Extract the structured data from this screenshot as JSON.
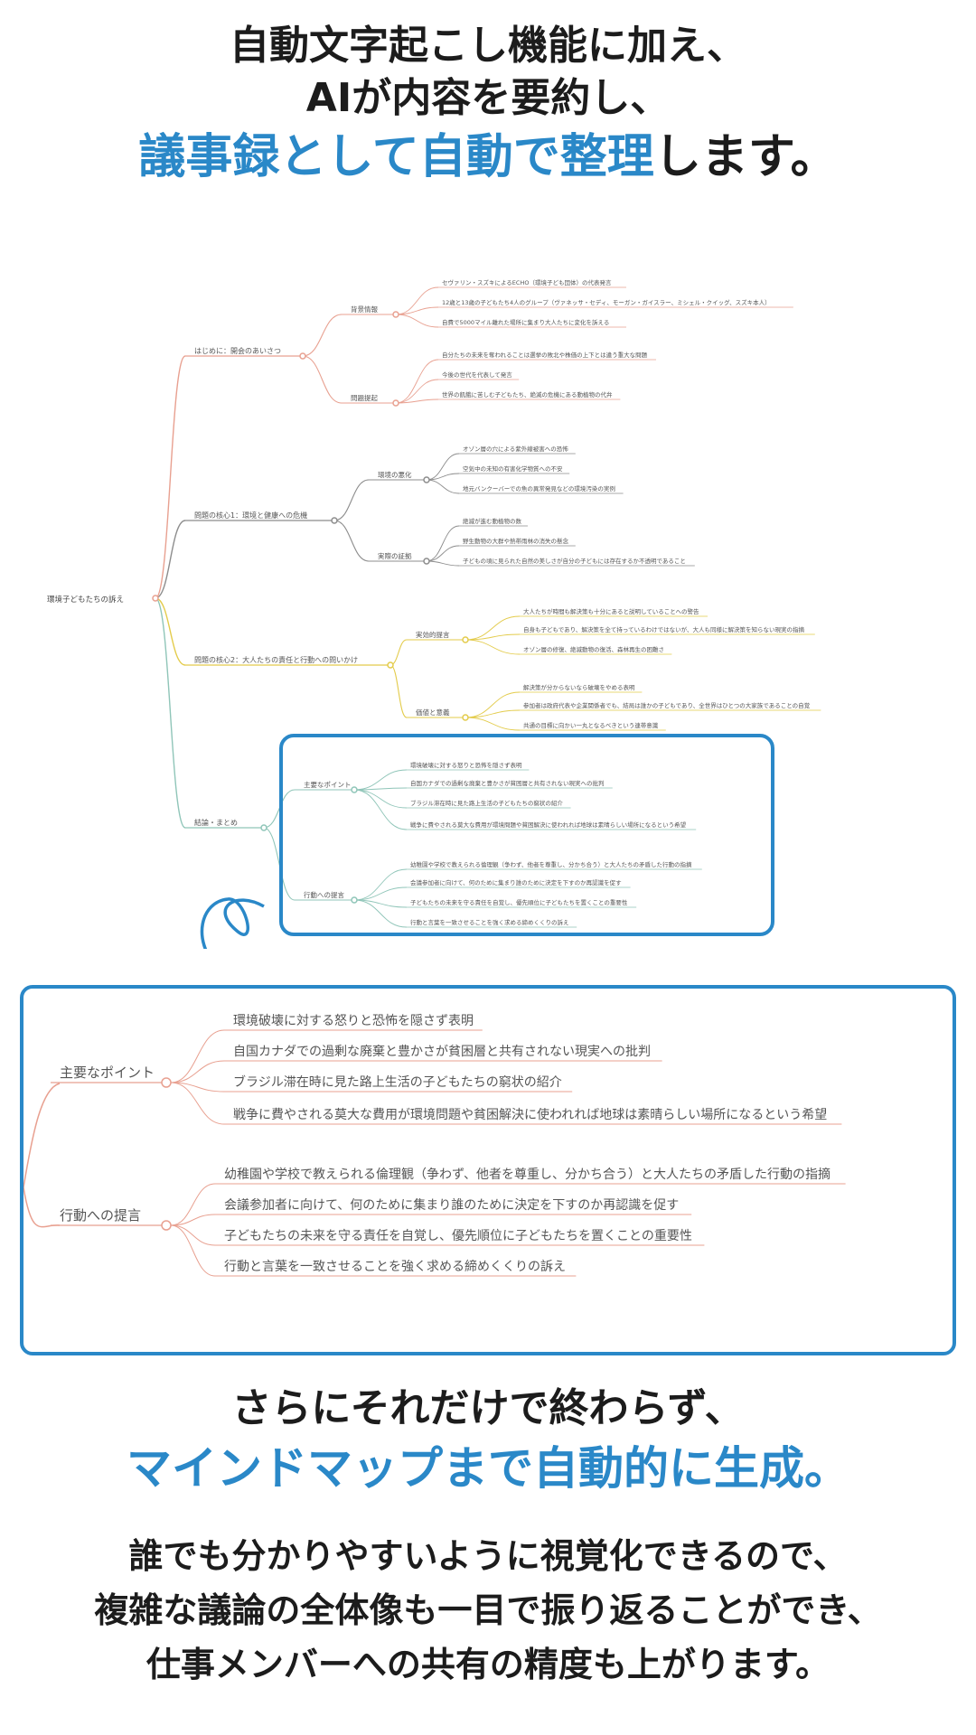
{
  "headline_top": {
    "line1": "自動文字起こし機能に加え、",
    "line2": "AIが内容を要約し、",
    "line3_blue": "議事録として自動で整理",
    "line3_rest": "します。"
  },
  "mindmap": {
    "root": "環境子どもたちの訴え",
    "branches": [
      {
        "label": "はじめに：開会のあいさつ",
        "color": "#e8a090",
        "subs": [
          {
            "label": "背景情報",
            "items": [
              "セヴァリン・スズキによるECHO（環境子ども団体）の代表発言",
              "12歳と13歳の子どもたち4人のグループ（ヴァネッサ・セディ、モーガン・ガイスラー、ミシェル・クイッグ、スズキ本人）",
              "自費で5000マイル離れた場所に集まり大人たちに変化を訴える"
            ]
          },
          {
            "label": "問題提起",
            "items": [
              "自分たちの未来を奪われることは選挙の敗北や株価の上下とは違う重大な問題",
              "今後の世代を代表して発言",
              "世界の飢餓に苦しむ子どもたち、絶滅の危機にある動植物の代弁"
            ]
          }
        ]
      },
      {
        "label": "問題の核心1：環境と健康への危機",
        "color": "#8c8c8c",
        "subs": [
          {
            "label": "環境の悪化",
            "items": [
              "オゾン層の穴による紫外線被害への恐怖",
              "空気中の未知の有害化学物質への不安",
              "地元バンクーバーでの魚の異常発見などの環境汚染の実例"
            ]
          },
          {
            "label": "実際の証拠",
            "items": [
              "絶滅が進む動植物の数",
              "野生動物の大群や熱帯雨林の消失の懸念",
              "子どもの頃に見られた自然の美しさが自分の子どもには存在するか不透明であること"
            ]
          }
        ]
      },
      {
        "label": "問題の核心2：大人たちの責任と行動への問いかけ",
        "color": "#e3cb4a",
        "subs": [
          {
            "label": "実効的提言",
            "items": [
              "大人たちが時間も解決策も十分にあると説明していることへの警告",
              "自身も子どもであり、解決策を全て持っているわけではないが、大人も同様に解決策を知らない現実の指摘",
              "オゾン層の修復、絶滅動物の復活、森林再生の困難さ"
            ]
          },
          {
            "label": "価値と意義",
            "items": [
              "解決策が分からないなら破壊をやめる表明",
              "参加者は政府代表や企業関係者でも、結局は誰かの子どもであり、全世界はひとつの大家族であることの自覚",
              "共通の目標に向かい一丸となるべきという連帯意識"
            ]
          }
        ]
      },
      {
        "label": "結論・まとめ",
        "color": "#8fc5b8",
        "subs": [
          {
            "label": "主要なポイント",
            "items": [
              "環境破壊に対する怒りと恐怖を隠さず表明",
              "自国カナダでの過剰な廃棄と豊かさが貧困層と共有されない現実への批判",
              "ブラジル滞在時に見た路上生活の子どもたちの窮状の紹介",
              "戦争に費やされる莫大な費用が環境問題や貧困解決に使われれば地球は素晴らしい場所になるという希望"
            ]
          },
          {
            "label": "行動への提言",
            "items": [
              "幼稚園や学校で教えられる倫理観（争わず、他者を尊重し、分かち合う）と大人たちの矛盾した行動の指摘",
              "会議参加者に向けて、何のために集まり誰のために決定を下すのか再認識を促す",
              "子どもたちの未来を守る責任を自覚し、優先順位に子どもたちを置くことの重要性",
              "行動と言葉を一致させることを強く求める締めくくりの訴え"
            ]
          }
        ]
      }
    ]
  },
  "colors": {
    "accent_blue": "#2a88c8",
    "zoom_line": "#e8a090"
  },
  "headline_mid": {
    "line1": "さらにそれだけで終わらず、",
    "line2_blue": "マインドマップまで自動的に生成。"
  },
  "body_text": {
    "line1": "誰でも分かりやすいように視覚化できるので、",
    "line2": "複雑な議論の全体像も一目で振り返ることができ、",
    "line3": "仕事メンバーへの共有の精度も上がります。"
  },
  "icons": {
    "arrow": "curved-loop-arrow-icon"
  }
}
